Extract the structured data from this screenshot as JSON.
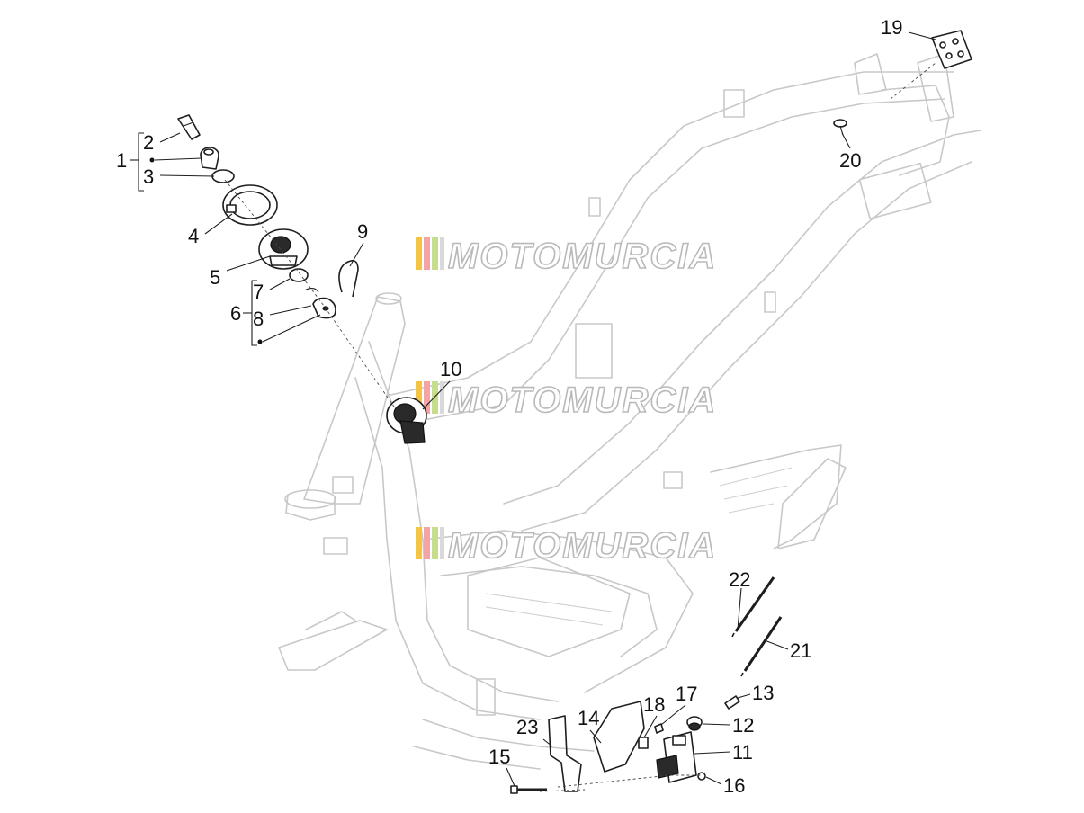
{
  "watermark": {
    "text": "MOTOMURCIA",
    "stripe_colors": [
      "#f6c445",
      "#f4a4a4",
      "#c6dd8d",
      "#d9d9d9"
    ]
  },
  "callouts": {
    "c1": "1",
    "c2": "2",
    "c3": "3",
    "c4": "4",
    "c5": "5",
    "c6": "6",
    "c7": "7",
    "c8": "8",
    "c9": "9",
    "c10": "10",
    "c11": "11",
    "c12": "12",
    "c13": "13",
    "c14": "14",
    "c15": "15",
    "c16": "16",
    "c17": "17",
    "c18": "18",
    "c19": "19",
    "c20": "20",
    "c21": "21",
    "c22": "22",
    "c23": "23"
  }
}
